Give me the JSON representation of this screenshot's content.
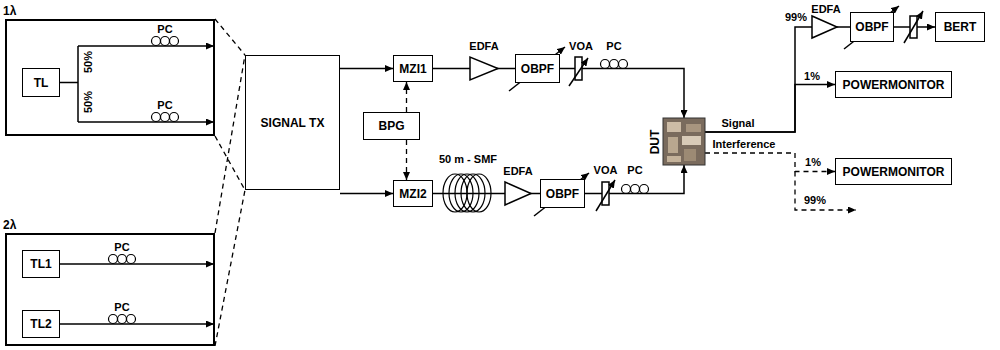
{
  "diagram": {
    "nodes": [
      {
        "text": [
          "1λ"
        ]
      },
      {
        "text": [
          "TL"
        ],
        "in": 0
      },
      {
        "text": [
          "2λ"
        ]
      },
      {
        "text": [
          "TL1"
        ],
        "in": 2
      },
      {
        "text": [
          "TL2"
        ],
        "in": 2
      },
      {
        "text": [
          "SIGNAL TX"
        ]
      },
      {
        "text": [
          "MZI1"
        ]
      },
      {
        "text": [
          "BPG"
        ]
      },
      {
        "text": [
          "MZI2"
        ]
      },
      {
        "text": [
          "OBPF"
        ]
      },
      {
        "text": [
          "OBPF"
        ]
      },
      {
        "text": [
          "DUT"
        ]
      },
      {
        "text": [
          "OBPF"
        ]
      },
      {
        "text": [
          "BERT"
        ]
      },
      {
        "text": [
          "POWERMONITOR"
        ]
      },
      {
        "text": [
          "POWERMONITOR"
        ]
      }
    ],
    "edges": [
      {
        "from": 0,
        "to": 5,
        "arrow": "none"
      },
      {
        "from": 0,
        "to": 5,
        "arrow": "none"
      },
      {
        "from": 2,
        "to": 5,
        "arrow": "none"
      },
      {
        "from": 2,
        "to": 5,
        "arrow": "none"
      },
      {
        "from": 5,
        "to": 6,
        "arrow": "to"
      },
      {
        "from": 5,
        "to": 8,
        "arrow": "to"
      },
      {
        "from": 7,
        "to": 6,
        "arrow": "to"
      },
      {
        "from": 7,
        "to": 8,
        "arrow": "to"
      },
      {
        "from": 6,
        "to": 9,
        "arrow": "none"
      },
      {
        "from": 9,
        "to": 11,
        "arrow": "to"
      },
      {
        "from": 8,
        "to": 10,
        "arrow": "none"
      },
      {
        "from": 10,
        "to": 11,
        "arrow": "to"
      },
      {
        "from": 11,
        "to": 12,
        "label": "Signal",
        "arrow": "none"
      },
      {
        "from": 11,
        "to": 14,
        "arrow": "to"
      },
      {
        "from": 12,
        "to": 13,
        "arrow": "to"
      },
      {
        "from": 11,
        "to": 15,
        "label": "Interference",
        "arrow": "to"
      }
    ],
    "labels": [
      "50%",
      "50%",
      "PC",
      "PC",
      "PC",
      "PC",
      "EDFA",
      "VOA",
      "PC",
      "50 m - SMF",
      "EDFA",
      "VOA",
      "PC",
      "99%",
      "EDFA",
      "1%",
      "1%",
      "99%"
    ]
  }
}
